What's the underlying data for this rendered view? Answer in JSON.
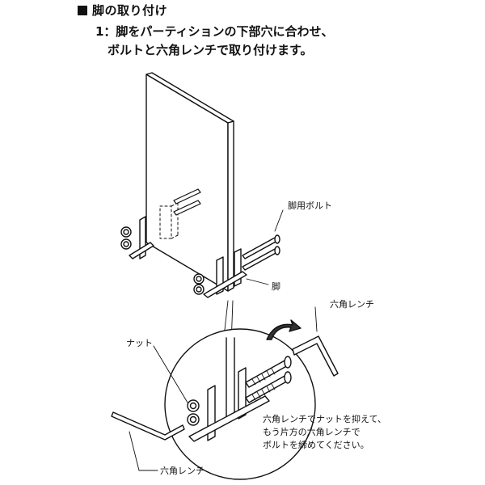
{
  "heading": "脚の取り付け",
  "instructions": {
    "line1": "1：脚をパーティションの下部穴に合わせ、",
    "line2": "ボルトと六角レンチで取り付けます。"
  },
  "labels": {
    "leg_bolt": "脚用ボルト",
    "leg": "脚",
    "hex_wrench_top": "六角レンチ",
    "nut": "ナット",
    "hex_wrench_bottom": "六角レンチ"
  },
  "note": {
    "line1": "六角レンチでナットを抑えて、",
    "line2": "もう片方の六角レンチで",
    "line3": "ボルトを締めてください。"
  }
}
